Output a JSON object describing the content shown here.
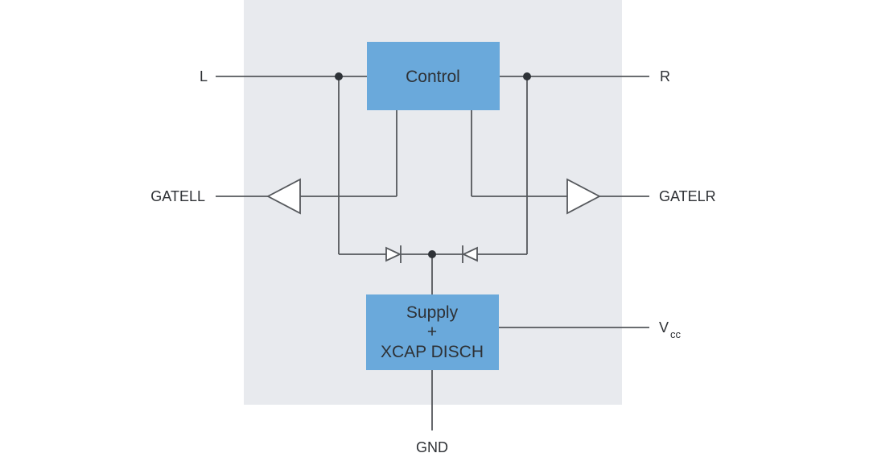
{
  "diagram": {
    "type": "ic-block-diagram",
    "blocks": {
      "control": {
        "label": "Control"
      },
      "supply": {
        "line1": "Supply",
        "line2": "+",
        "line3": "XCAP DISCH"
      }
    },
    "pins": {
      "l": "L",
      "r": "R",
      "gatell": "GATELL",
      "gatelr": "GATELR",
      "vcc_main": "V",
      "vcc_sub": "cc",
      "gnd": "GND"
    },
    "colors": {
      "background": "#ffffff",
      "panel": "#e8eaee",
      "block": "#6aa9db",
      "wire": "#55585c",
      "dot": "#2e3237",
      "text": "#2e3135",
      "symbol_fill": "#ffffff"
    }
  }
}
